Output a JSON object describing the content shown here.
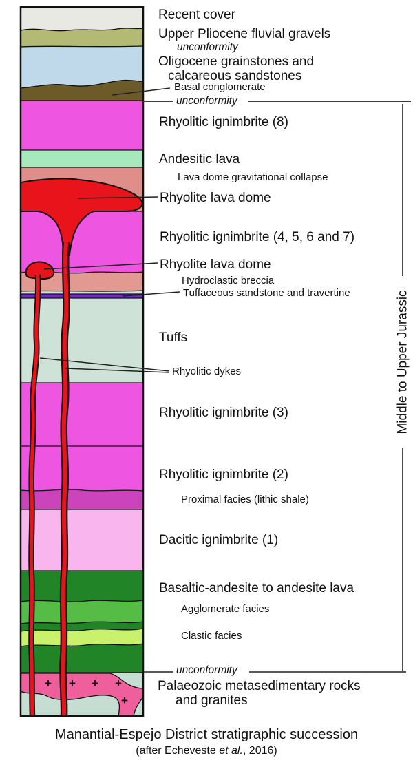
{
  "caption": {
    "title": "Manantial-Espejo District stratigraphic succession",
    "credit_prefix": "(after Echeveste ",
    "credit_italic": "et al.",
    "credit_suffix": ", 2016)"
  },
  "era": {
    "label": "Middle to Upper Jurassic"
  },
  "symbols": {
    "plus": "+"
  },
  "colors": {
    "recent_cover": "#e9e9e3",
    "pliocene_gravels": "#b3ba74",
    "oligocene": "#c0d9ea",
    "basal_conglomerate": "#6c5b29",
    "ignimbrite_magenta": "#ee55e0",
    "andesitic_lava": "#a5e9bd",
    "collapse_salmon": "#df8e89",
    "lava_red": "#e8131b",
    "hydroclastic": "#e29991",
    "travertine_purple": "#7425d6",
    "tuffs": "#cfe2d8",
    "proximal_facies": "#cc44bb",
    "dacitic": "#f8b5ee",
    "dark_green": "#218426",
    "agglomerate_green": "#55bc45",
    "clastic_green": "#c9f16c",
    "palaeozoic_bg": "#c5ded1",
    "granite_pink": "#ef5f9b"
  },
  "labels": {
    "recent_cover": "Recent cover",
    "pliocene": "Upper Pliocene fluvial gravels",
    "unconformity1": "unconformity",
    "oligocene": "Oligocene grainstones and calcareous sandstones",
    "basal_conglomerate": "Basal conglomerate",
    "unconformity2": "unconformity",
    "ignimbrite8": "Rhyolitic ignimbrite (8)",
    "andesitic_lava": "Andesitic lava",
    "lava_dome_collapse": "Lava dome gravitational collapse",
    "rhyolite_dome1": "Rhyolite lava dome",
    "ignimbrite4567": "Rhyolitic ignimbrite (4, 5, 6 and 7)",
    "rhyolite_dome2": "Rhyolite lava dome",
    "hydroclastic": "Hydroclastic breccia",
    "tuffaceous": "Tuffaceous sandstone and travertine",
    "tuffs": "Tuffs",
    "dykes": "Rhyolitic dykes",
    "ignimbrite3": "Rhyolitic ignimbrite (3)",
    "ignimbrite2": "Rhyolitic ignimbrite (2)",
    "proximal": "Proximal facies (lithic shale)",
    "dacitic": "Dacitic ignimbrite (1)",
    "basaltic": "Basaltic-andesite to andesite lava",
    "agglomerate": "Agglomerate facies",
    "clastic": "Clastic facies",
    "unconformity3": "unconformity",
    "palaeozoic": "Palaeozoic metasedimentary rocks and granites"
  }
}
